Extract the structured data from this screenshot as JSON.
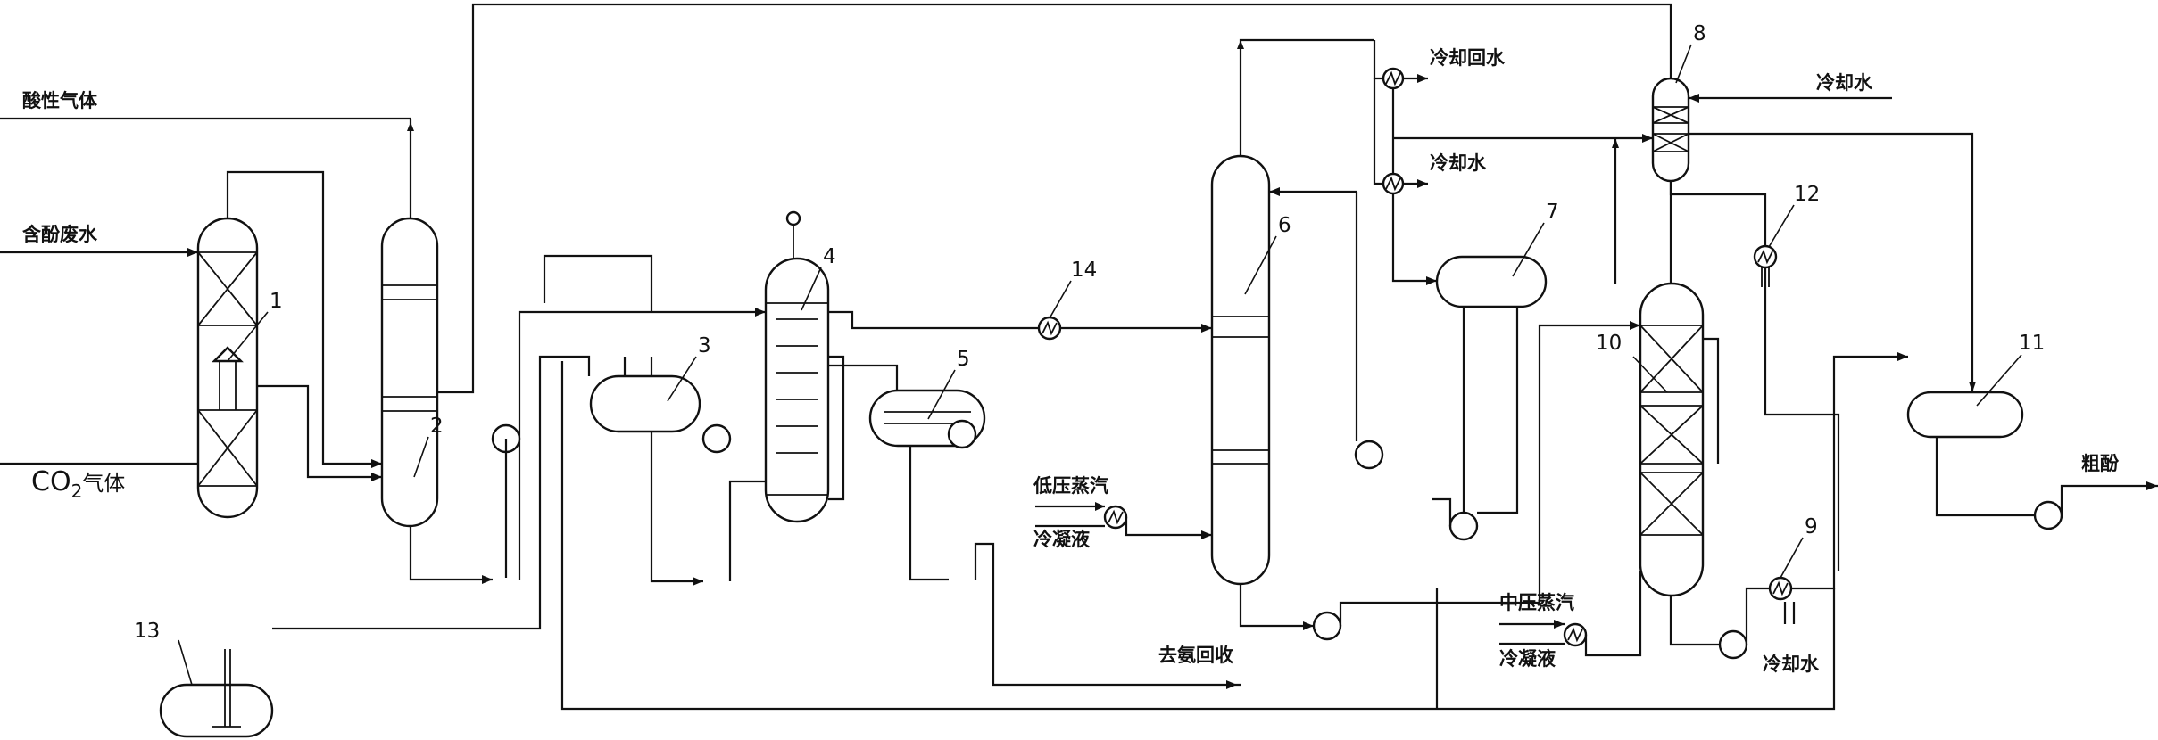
{
  "streams": {
    "acid_gas": "酸性气体",
    "phenol_wastewater": "含酚废水",
    "co2_main": "CO",
    "co2_sub": "2",
    "co2_suffix": "气体",
    "crude_phenol": "粗酚",
    "ammonia_recovery": "去氨回收",
    "low_pressure_steam": "低压蒸汽",
    "condensate_1": "冷凝液",
    "medium_pressure_steam": "中压蒸汽",
    "condensate_2": "冷凝液",
    "cooling_return_water": "冷却回水",
    "cooling_water_1": "冷却水",
    "cooling_water_2": "冷却水",
    "cooling_water_3": "冷却水"
  },
  "equipment_numbers": [
    "1",
    "2",
    "3",
    "4",
    "5",
    "6",
    "7",
    "8",
    "9",
    "10",
    "11",
    "12",
    "13",
    "14"
  ]
}
